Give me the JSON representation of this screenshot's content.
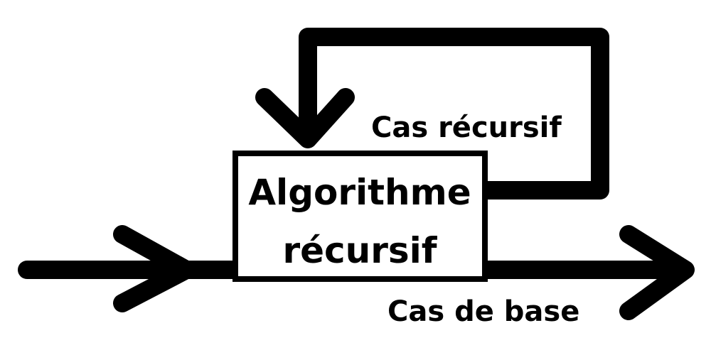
{
  "diagram": {
    "box": {
      "line1": "Algorithme",
      "line2": "récursif"
    },
    "recursive_label": "Cas récursif",
    "base_label": "Cas de base",
    "colors": {
      "stroke": "#000000",
      "background": "#ffffff"
    }
  }
}
